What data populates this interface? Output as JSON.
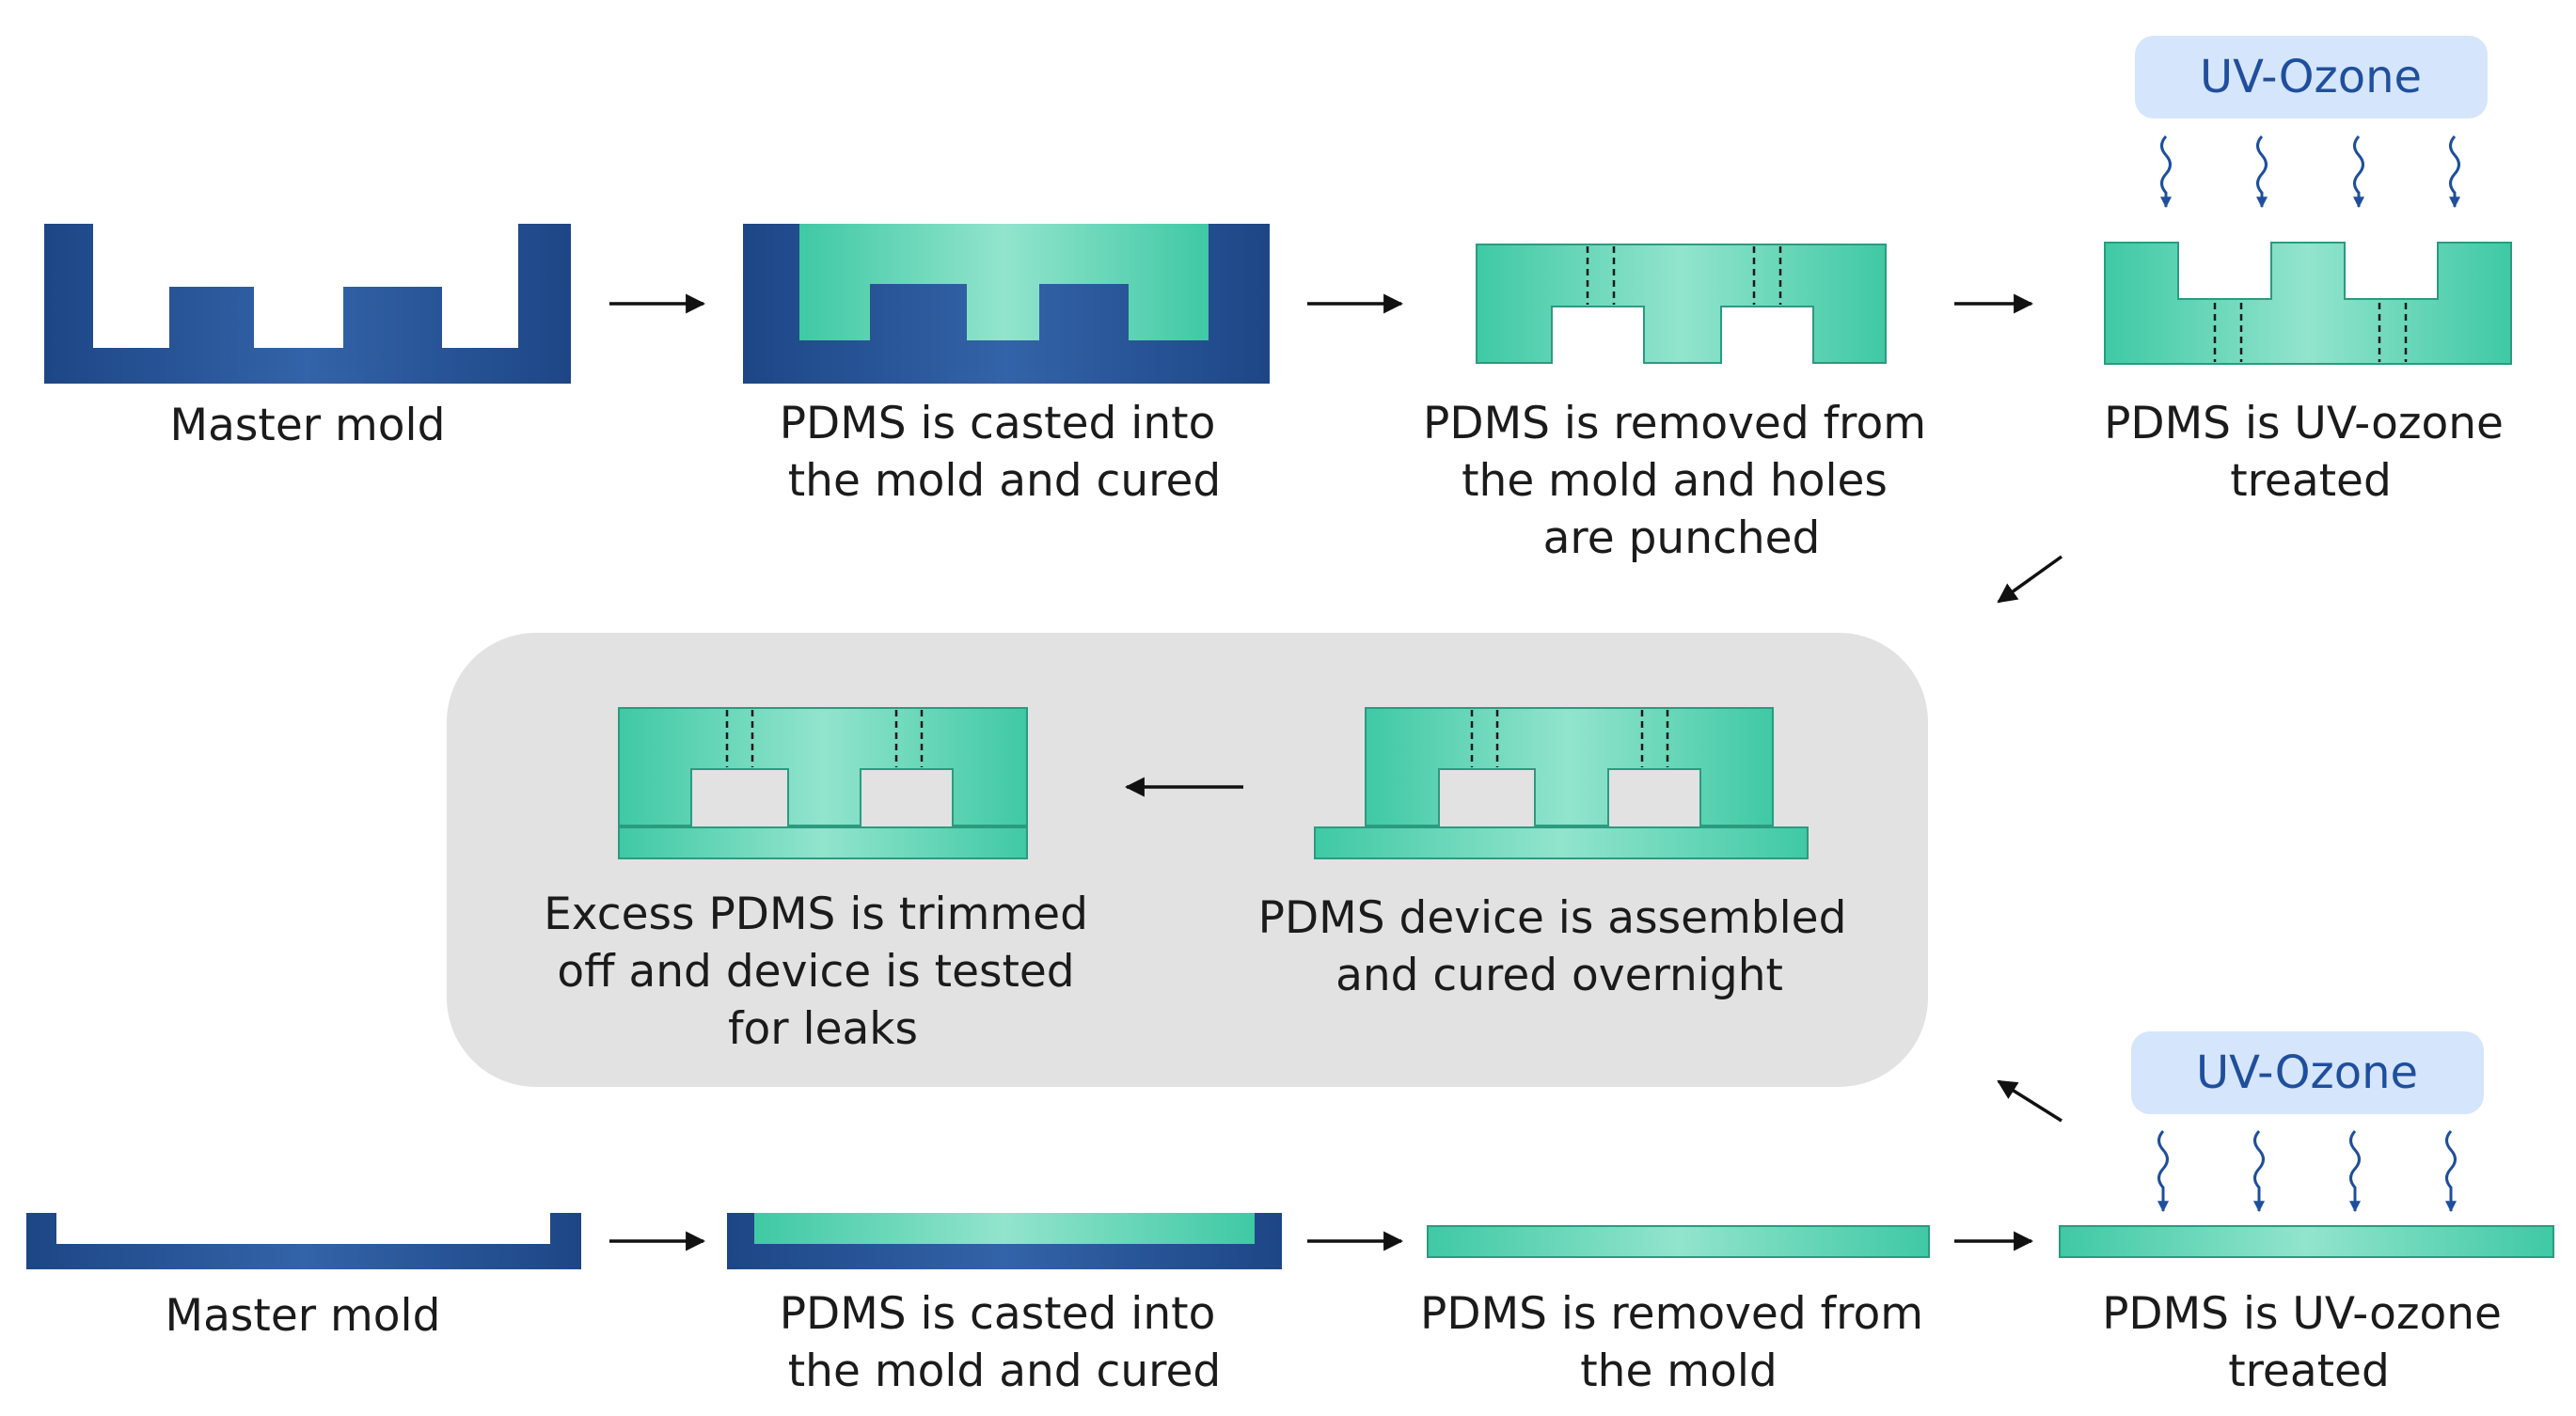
{
  "colors": {
    "mold_dark": "#1f4a8c",
    "mold_light": "#3060a6",
    "pdms_dark": "#3fcaa5",
    "pdms_light": "#8fe3cb",
    "pdms_stroke": "#2b9b80",
    "uv_box": "#d5e5fb",
    "uv_text": "#1f4f9c",
    "assembly_panel": "#e2e2e2",
    "arrow": "#111111"
  },
  "icons": {
    "process_arrow": "arrow-icon",
    "uv_ray": "wavy-arrow-icon"
  },
  "uv_label": "UV-Ozone",
  "top_row": {
    "step1": [
      "Master mold"
    ],
    "step2": [
      "PDMS is casted into",
      "the mold and cured"
    ],
    "step3": [
      "PDMS is removed from",
      "the mold and holes",
      "are punched"
    ],
    "step4": [
      "PDMS is UV-ozone",
      "treated"
    ]
  },
  "middle": {
    "assembled": [
      "PDMS device is assembled",
      "and cured overnight"
    ],
    "trimmed": [
      "Excess PDMS is trimmed",
      "off and device is tested",
      "for leaks"
    ]
  },
  "bottom_row": {
    "step1": [
      "Master mold"
    ],
    "step2": [
      "PDMS is casted into",
      "the mold and cured"
    ],
    "step3": [
      "PDMS is removed from",
      "the mold"
    ],
    "step4": [
      "PDMS is UV-ozone",
      "treated"
    ]
  }
}
